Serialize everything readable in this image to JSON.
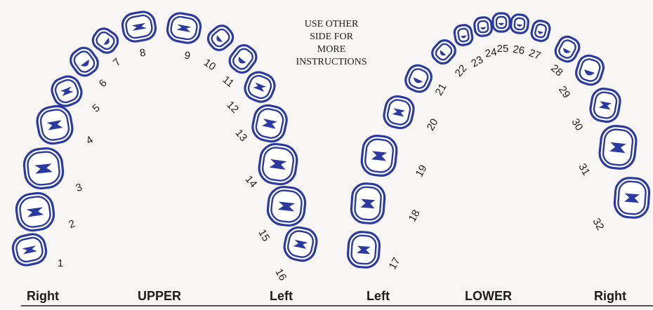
{
  "note": {
    "lines": [
      "USE OTHER",
      "SIDE FOR",
      "MORE",
      "INSTRUCTIONS"
    ]
  },
  "labels": {
    "upper_right": "Right",
    "upper_title": "UPPER",
    "upper_left": "Left",
    "lower_left": "Left",
    "lower_title": "LOWER",
    "lower_right": "Right"
  },
  "upper_arch": {
    "teeth": [
      "1",
      "2",
      "3",
      "4",
      "5",
      "6",
      "7",
      "8",
      "9",
      "10",
      "11",
      "12",
      "13",
      "14",
      "15",
      "16"
    ]
  },
  "lower_arch": {
    "teeth": [
      "17",
      "18",
      "19",
      "20",
      "21",
      "22",
      "23",
      "24",
      "25",
      "26",
      "27",
      "28",
      "29",
      "30",
      "31",
      "32"
    ]
  },
  "colors": {
    "outline": "#2b3aa0",
    "text": "#1c1c1c",
    "paper": "#f7f6f4"
  }
}
